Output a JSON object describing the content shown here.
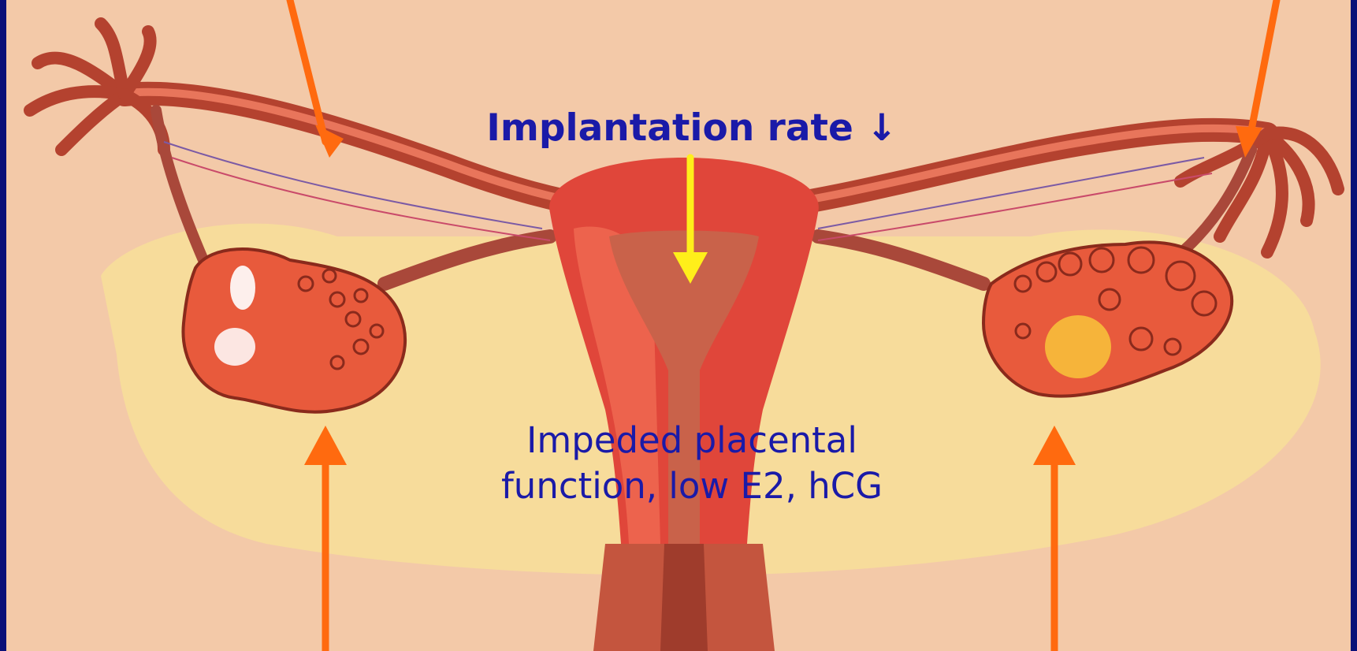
{
  "labels": {
    "implantation": "Implantation rate ↓",
    "placental_line1": "Impeded placental",
    "placental_line2": "function, low E2, hCG"
  },
  "colors": {
    "slide_background": "#0a1078",
    "panel_background": "#f3c9a8",
    "pelvic_region": "#f7dc9b",
    "uterus": "#e0463a",
    "ovary": "#e85a3c",
    "label_text": "#1a1aa8",
    "pointer_orange": "#ff6a0f",
    "pointer_yellow": "#ffef1a"
  }
}
